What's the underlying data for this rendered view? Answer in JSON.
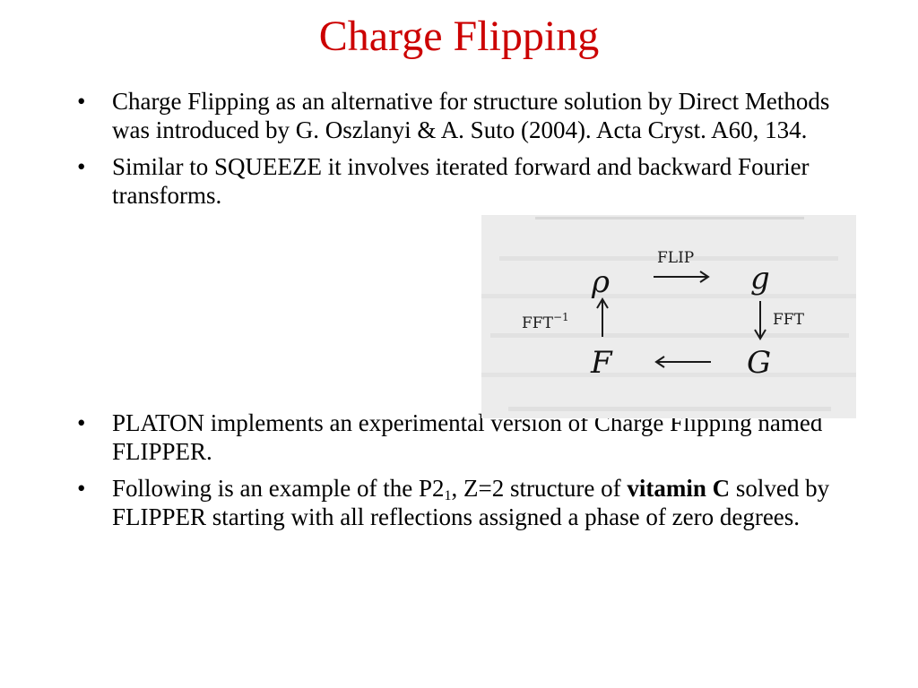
{
  "slide": {
    "title": "Charge Flipping",
    "title_color": "#cc0000",
    "bullets": [
      {
        "text": "Charge Flipping as an alternative for structure solution by Direct Methods was introduced by G. Oszlanyi & A. Suto (2004). Acta Cryst. A60, 134."
      },
      {
        "text": "Similar to SQUEEZE it involves iterated forward and backward Fourier transforms."
      },
      {
        "text": "PLATON implements an experimental version of Charge Flipping named FLIPPER."
      },
      {
        "text_before_sub": "Following is an example of the P2",
        "sub": "1",
        "text_after_sub": ", Z=2 structure of ",
        "bold": "vitamin C",
        "text_end": " solved by FLIPPER starting with all reflections assigned a phase of zero degrees."
      }
    ]
  },
  "diagram": {
    "top_left": "ρ",
    "top_right": "g",
    "bottom_left": "F",
    "bottom_right": "G",
    "top_arrow_label": "FLIP",
    "right_arrow_label": "FFT",
    "left_arrow_label": "FFT",
    "left_arrow_sup": "−1"
  }
}
